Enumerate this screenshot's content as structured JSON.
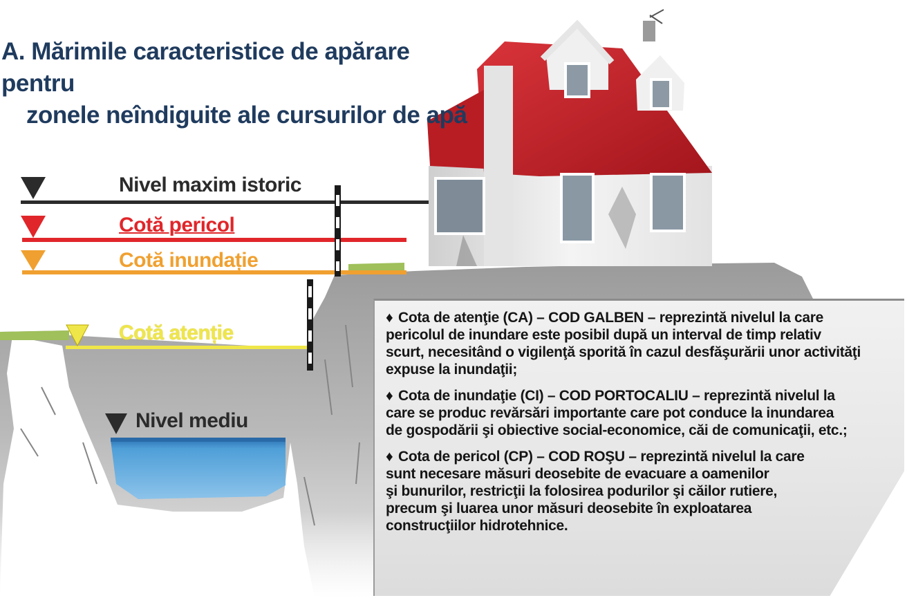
{
  "title": {
    "line1": "A. Mărimile caracteristice de apărare pentru",
    "line2": "zonele neîndiguite ale cursurilor de apă"
  },
  "levels": {
    "max_istoric": "Nivel maxim istoric",
    "pericol": "Cotă pericol",
    "inundatie": "Cotă inundație",
    "atentie": "Cotă atenție",
    "mediu": "Nivel mediu"
  },
  "colors": {
    "black": "#2b2b2b",
    "red": "#e0262a",
    "orange": "#f0a030",
    "yellow": "#efe64a",
    "title": "#1f3b5e",
    "water": "#4f9fd8",
    "roof": "#c9222a"
  },
  "info": {
    "bullet": "♦",
    "ca": "Cota de atenţie (CA) – COD GALBEN – reprezintă nivelul la care\npericolul de inundare este posibil după un interval de timp relativ\nscurt, necesitând o vigilenţă sporită în cazul desfăşurării unor activităţi\nexpuse la inundaţii;",
    "ci": "Cota de inundaţie (CI) – COD PORTOCALIU – reprezintă nivelul la\ncare se produc revărsări importante care pot conduce la inundarea\nde gospodării şi obiective social-economice, căi de comunicaţii, etc.;",
    "cp": "Cota de pericol (CP) – COD ROŞU – reprezintă nivelul la care\nsunt necesare măsuri deosebite de evacuare a oamenilor\nşi bunurilor, restricţii la folosirea podurilor şi căilor rutiere,\nprecum şi luarea unor măsuri deosebite în exploatarea\nconstrucţiilor hidrotehnice."
  },
  "icons": [
    "level-marker-icon",
    "house-illustration",
    "river-channel",
    "gauge-staff"
  ]
}
